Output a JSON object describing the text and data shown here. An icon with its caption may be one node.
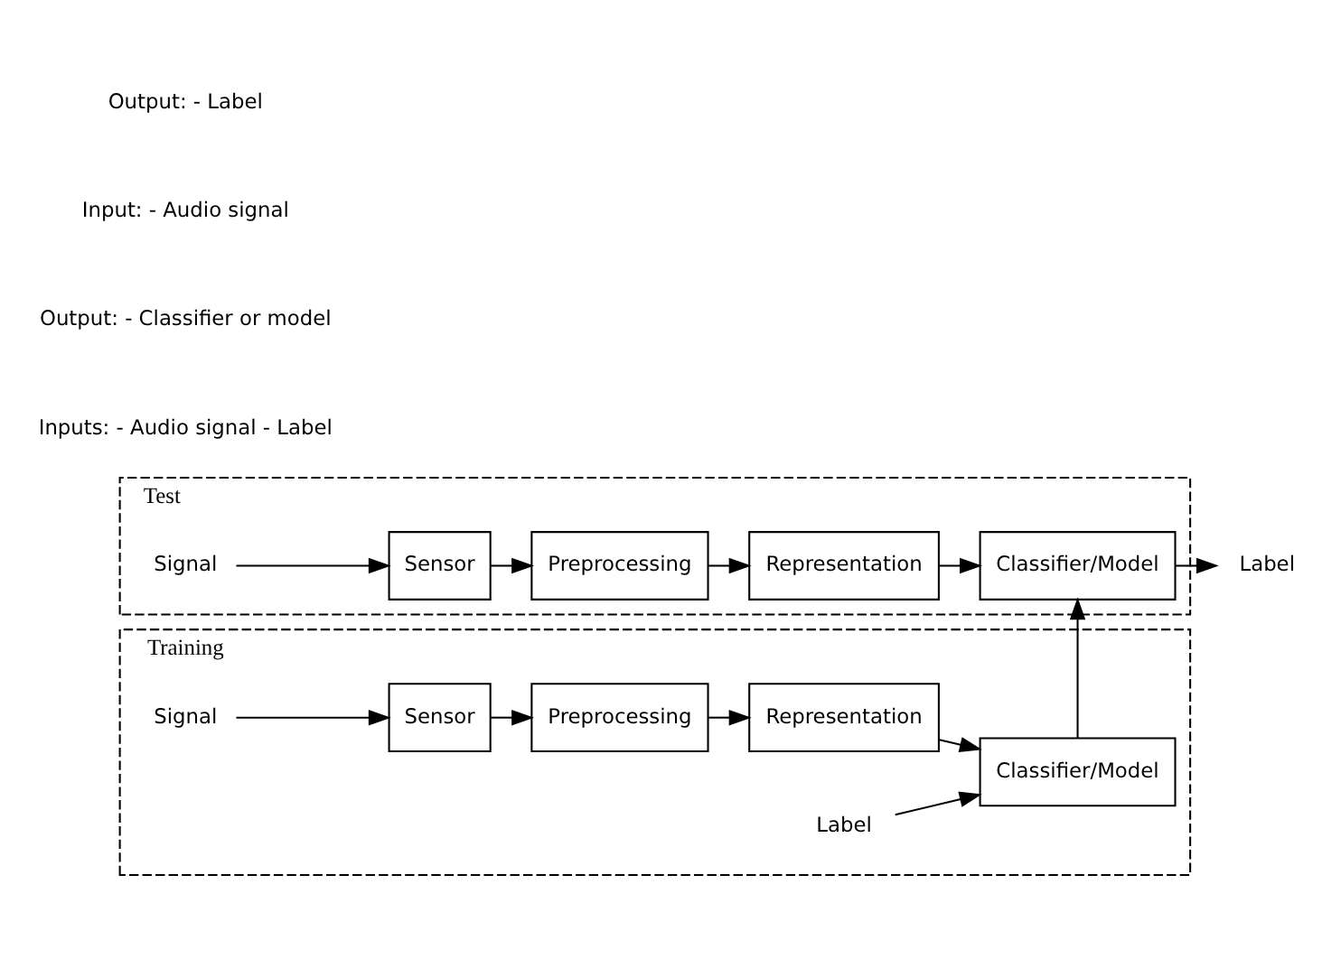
{
  "diagram": {
    "nodes": [
      {
        "text": [
          "Training"
        ]
      },
      {
        "text": [
          "Signal"
        ],
        "in": 0
      },
      {
        "text": [
          "Sensor"
        ],
        "in": 0
      },
      {
        "text": [
          "Preprocessing"
        ],
        "in": 0
      },
      {
        "text": [
          "Representation"
        ],
        "in": 0
      },
      {
        "text": [
          "Classifier/Model"
        ],
        "in": 0
      },
      {
        "text": [
          "Label"
        ],
        "in": 0
      },
      {
        "text": [
          "Test"
        ]
      },
      {
        "text": [
          "Signal"
        ],
        "in": 7
      },
      {
        "text": [
          "Sensor"
        ],
        "in": 7
      },
      {
        "text": [
          "Preprocessing"
        ],
        "in": 7
      },
      {
        "text": [
          "Representation"
        ],
        "in": 7
      },
      {
        "text": [
          "Classifier/Model"
        ],
        "in": 7
      },
      {
        "text": [
          "Label"
        ]
      }
    ],
    "edges": [
      {
        "from": 6,
        "to": 5,
        "arrow": "to"
      },
      {
        "from": 1,
        "to": 2,
        "arrow": "to"
      },
      {
        "from": 2,
        "to": 3,
        "arrow": "to"
      },
      {
        "from": 3,
        "to": 4,
        "arrow": "to"
      },
      {
        "from": 4,
        "to": 5,
        "arrow": "to"
      },
      {
        "from": 5,
        "to": 12,
        "arrow": "to"
      },
      {
        "from": 8,
        "to": 9,
        "arrow": "to"
      },
      {
        "from": 9,
        "to": 10,
        "arrow": "to"
      },
      {
        "from": 10,
        "to": 11,
        "arrow": "to"
      },
      {
        "from": 11,
        "to": 12,
        "arrow": "to"
      },
      {
        "from": 12,
        "to": 13,
        "arrow": "to"
      }
    ],
    "labels": [
      "Inputs: - Audio signal - Label",
      "Output: - Classifier or model",
      "Input: - Audio signal",
      "Output: - Label"
    ]
  }
}
